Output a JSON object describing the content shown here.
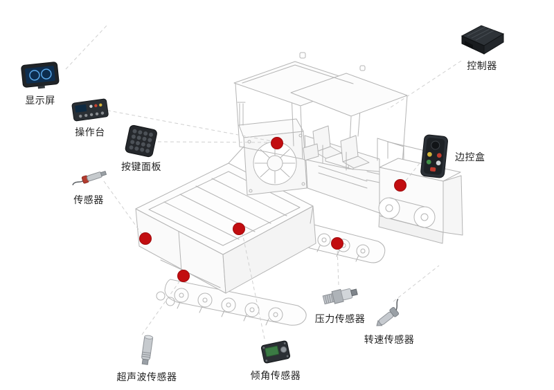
{
  "diagram": {
    "background_color": "#ffffff",
    "marker_color": "#c20d10",
    "connector_color": "#cfcfcf",
    "machine_line_color": "#b4b4b4",
    "label_color": "#1f1f1f",
    "marker_count": 6,
    "components": [
      {
        "id": "display",
        "label": "显示屏",
        "icon": "display-screen-icon"
      },
      {
        "id": "console",
        "label": "操作台",
        "icon": "operation-console-icon"
      },
      {
        "id": "keypad",
        "label": "按键面板",
        "icon": "keypad-panel-icon"
      },
      {
        "id": "sensor",
        "label": "传感器",
        "icon": "sensor-probe-icon"
      },
      {
        "id": "controller",
        "label": "控制器",
        "icon": "controller-unit-icon"
      },
      {
        "id": "edge-control-box",
        "label": "边控盒",
        "icon": "edge-control-box-icon"
      },
      {
        "id": "pressure-sensor",
        "label": "压力传感器",
        "icon": "pressure-sensor-icon"
      },
      {
        "id": "speed-sensor",
        "label": "转速传感器",
        "icon": "speed-sensor-icon"
      },
      {
        "id": "ultrasonic-sensor",
        "label": "超声波传感器",
        "icon": "ultrasonic-sensor-icon"
      },
      {
        "id": "tilt-sensor",
        "label": "倾角传感器",
        "icon": "tilt-sensor-icon"
      }
    ]
  }
}
